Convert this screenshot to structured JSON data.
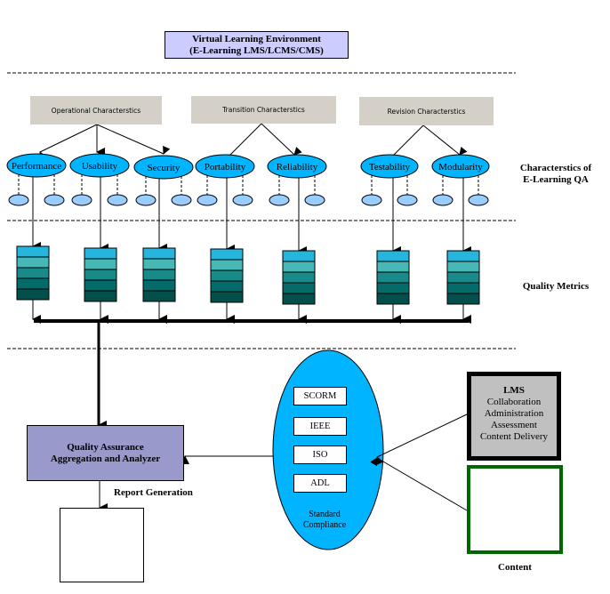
{
  "title": {
    "line1": "Virtual Learning Environment",
    "line2": "(E-Learning LMS/LCMS/CMS)"
  },
  "categories": [
    {
      "label": "Operational Characterstics",
      "characteristics": [
        "Performance",
        "Usability",
        "Security"
      ]
    },
    {
      "label": "Transition Characterstics",
      "characteristics": [
        "Portability",
        "Reliability"
      ]
    },
    {
      "label": "Revision Characterstics",
      "characteristics": [
        "Testability",
        "Modularity"
      ]
    }
  ],
  "side_labels": {
    "characteristics_line1": "Characterstics of",
    "characteristics_line2": "E-Learning QA",
    "metrics": "Quality Metrics"
  },
  "metric_stack_colors": [
    "#26b5dc",
    "#46b8b6",
    "#188a8a",
    "#036c6a",
    "#034f4c"
  ],
  "metric_stack_count": 7,
  "qa_box": {
    "line1": "Quality Assurance",
    "line2": "Aggregation and Analyzer",
    "color": "#9999cc"
  },
  "report_generation_label": "Report Generation",
  "standards": {
    "items": [
      "SCORM",
      "IEEE",
      "ISO",
      "ADL"
    ],
    "caption_line1": "Standard",
    "caption_line2": "Compliance",
    "color": "#00b4ff"
  },
  "lms": {
    "title": "LMS",
    "items": [
      "Collaboration",
      "Administration",
      "Assessment",
      "Content Delivery"
    ]
  },
  "content_label": "Content",
  "colors": {
    "vle_box": "#ccccff",
    "category_box": "#d4d0c8",
    "char_oval": "#00b4ff",
    "sub_oval": "#99ccff",
    "lms_box": "#c0c0c0",
    "content_border": "#006600"
  }
}
